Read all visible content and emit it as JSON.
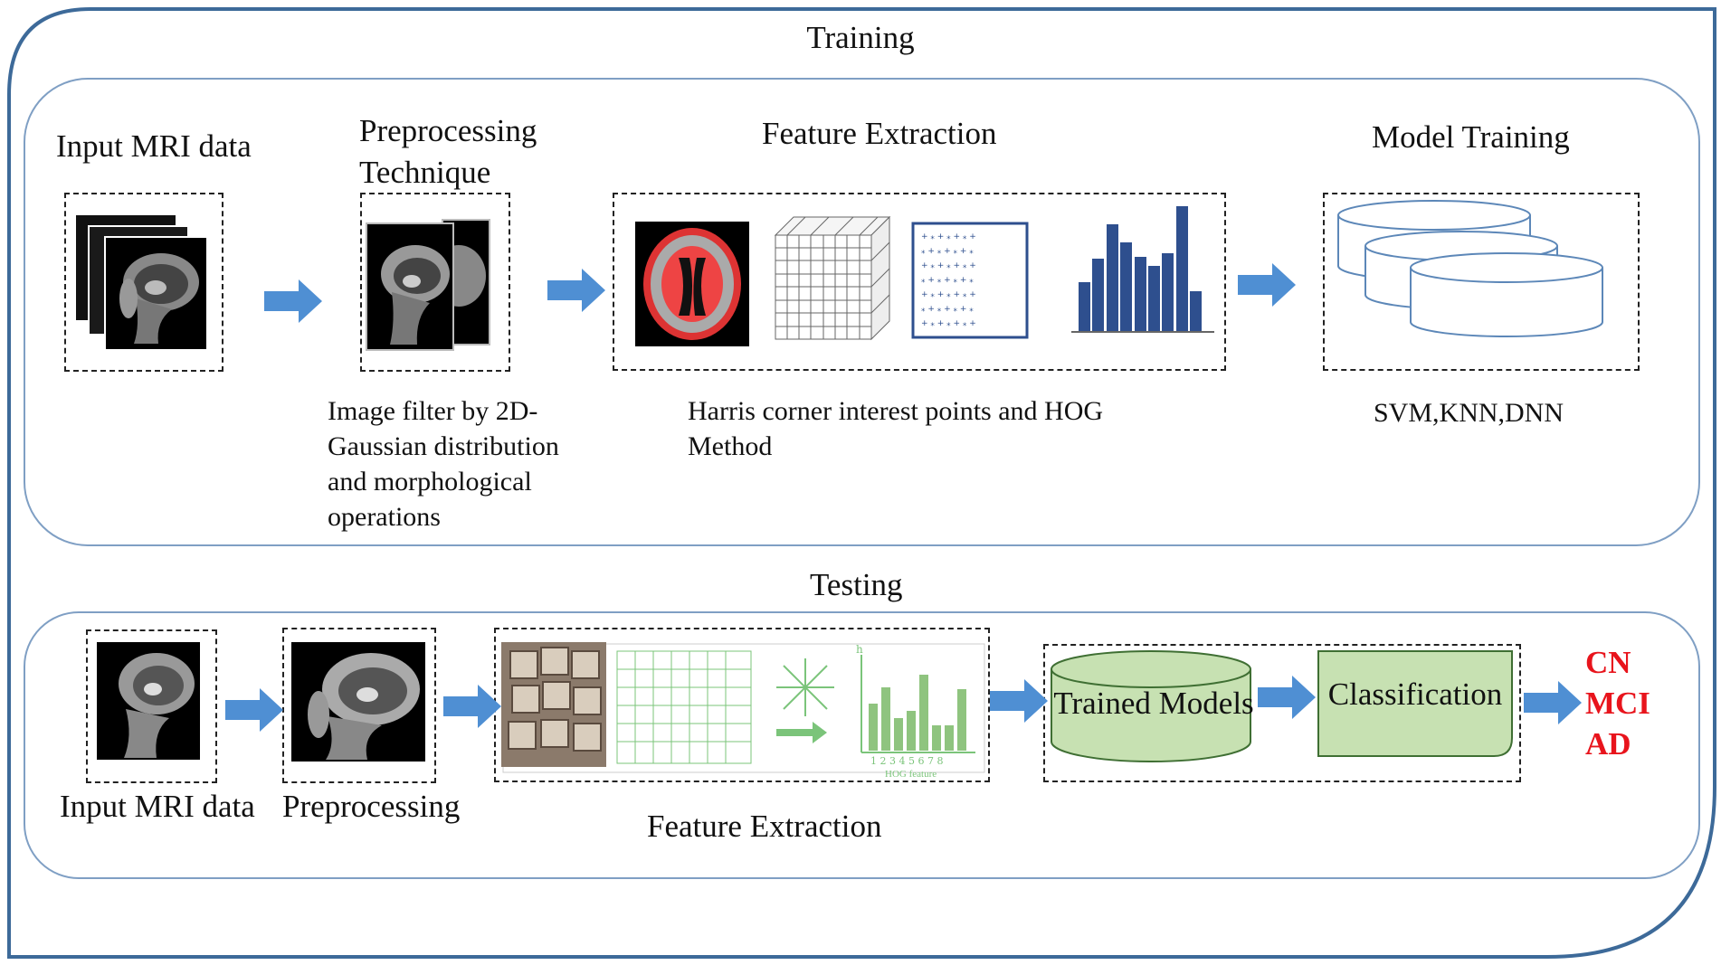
{
  "training": {
    "title": "Training",
    "input_label": "Input MRI data",
    "preprocessing_label": [
      "Preprocessing",
      "Technique"
    ],
    "preprocessing_desc": [
      "Image filter by 2D-",
      "Gaussian distribution",
      "and morphological",
      "operations"
    ],
    "feature_label": "Feature Extraction",
    "feature_desc": [
      "Harris corner interest points and HOG",
      "Method"
    ],
    "model_label": "Model Training",
    "model_desc": "SVM,KNN,DNN"
  },
  "testing": {
    "title": "Testing",
    "input_label": "Input MRI data",
    "preprocessing_label": "Preprocessing",
    "feature_label": "Feature Extraction",
    "trained_models_label": "Trained Models",
    "classification_label": "Classification",
    "hog_axis_label": "h",
    "hog_ticks": "1 2 3 4 5 6 7 8",
    "hog_caption": "HOG feature",
    "outcomes": [
      "CN",
      "MCI",
      "AD"
    ]
  },
  "colors": {
    "frame": "#3d6a99",
    "panel": "#7f9fc4",
    "arrow": "#4f8fd3",
    "histogram": "#2e4f8e",
    "green_fill": "#c7e1b2",
    "green_stroke": "#3f6f33",
    "outcome": "#e8141c"
  }
}
